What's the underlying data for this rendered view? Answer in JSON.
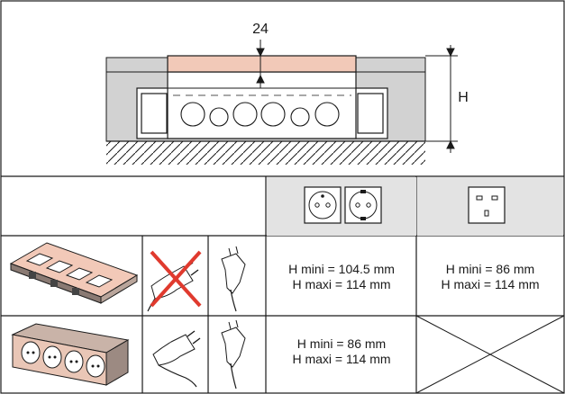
{
  "diagram": {
    "dimension_top": "24",
    "dimension_side": "H"
  },
  "table": {
    "row1": {
      "col_french_german": {
        "line1": "H mini = 104.5 mm",
        "line2": "H maxi = 114 mm"
      },
      "col_uk": {
        "line1": "H mini = 86 mm",
        "line2": "H maxi = 114 mm"
      }
    },
    "row2": {
      "col_french_german": {
        "line1": "H mini = 86 mm",
        "line2": "H maxi = 114 mm"
      },
      "col_uk": {
        "line1": "",
        "line2": ""
      }
    }
  },
  "icons": {
    "header_sockets": [
      "french-socket-icon",
      "german-schuko-socket-icon",
      "uk-socket-icon"
    ],
    "row1": [
      "flat-4-socket-unit-icon",
      "straight-plug-not-allowed-icon",
      "angled-plug-icon"
    ],
    "row2": [
      "raised-4-socket-unit-icon",
      "straight-plug-icon",
      "angled-plug-icon"
    ]
  },
  "colors": {
    "lid": "#f2c9b8",
    "floor_gray": "#d2d2d2",
    "line": "#1a1a1a",
    "cross_red": "#e03a2e",
    "header_fill": "#e3e3e3"
  }
}
